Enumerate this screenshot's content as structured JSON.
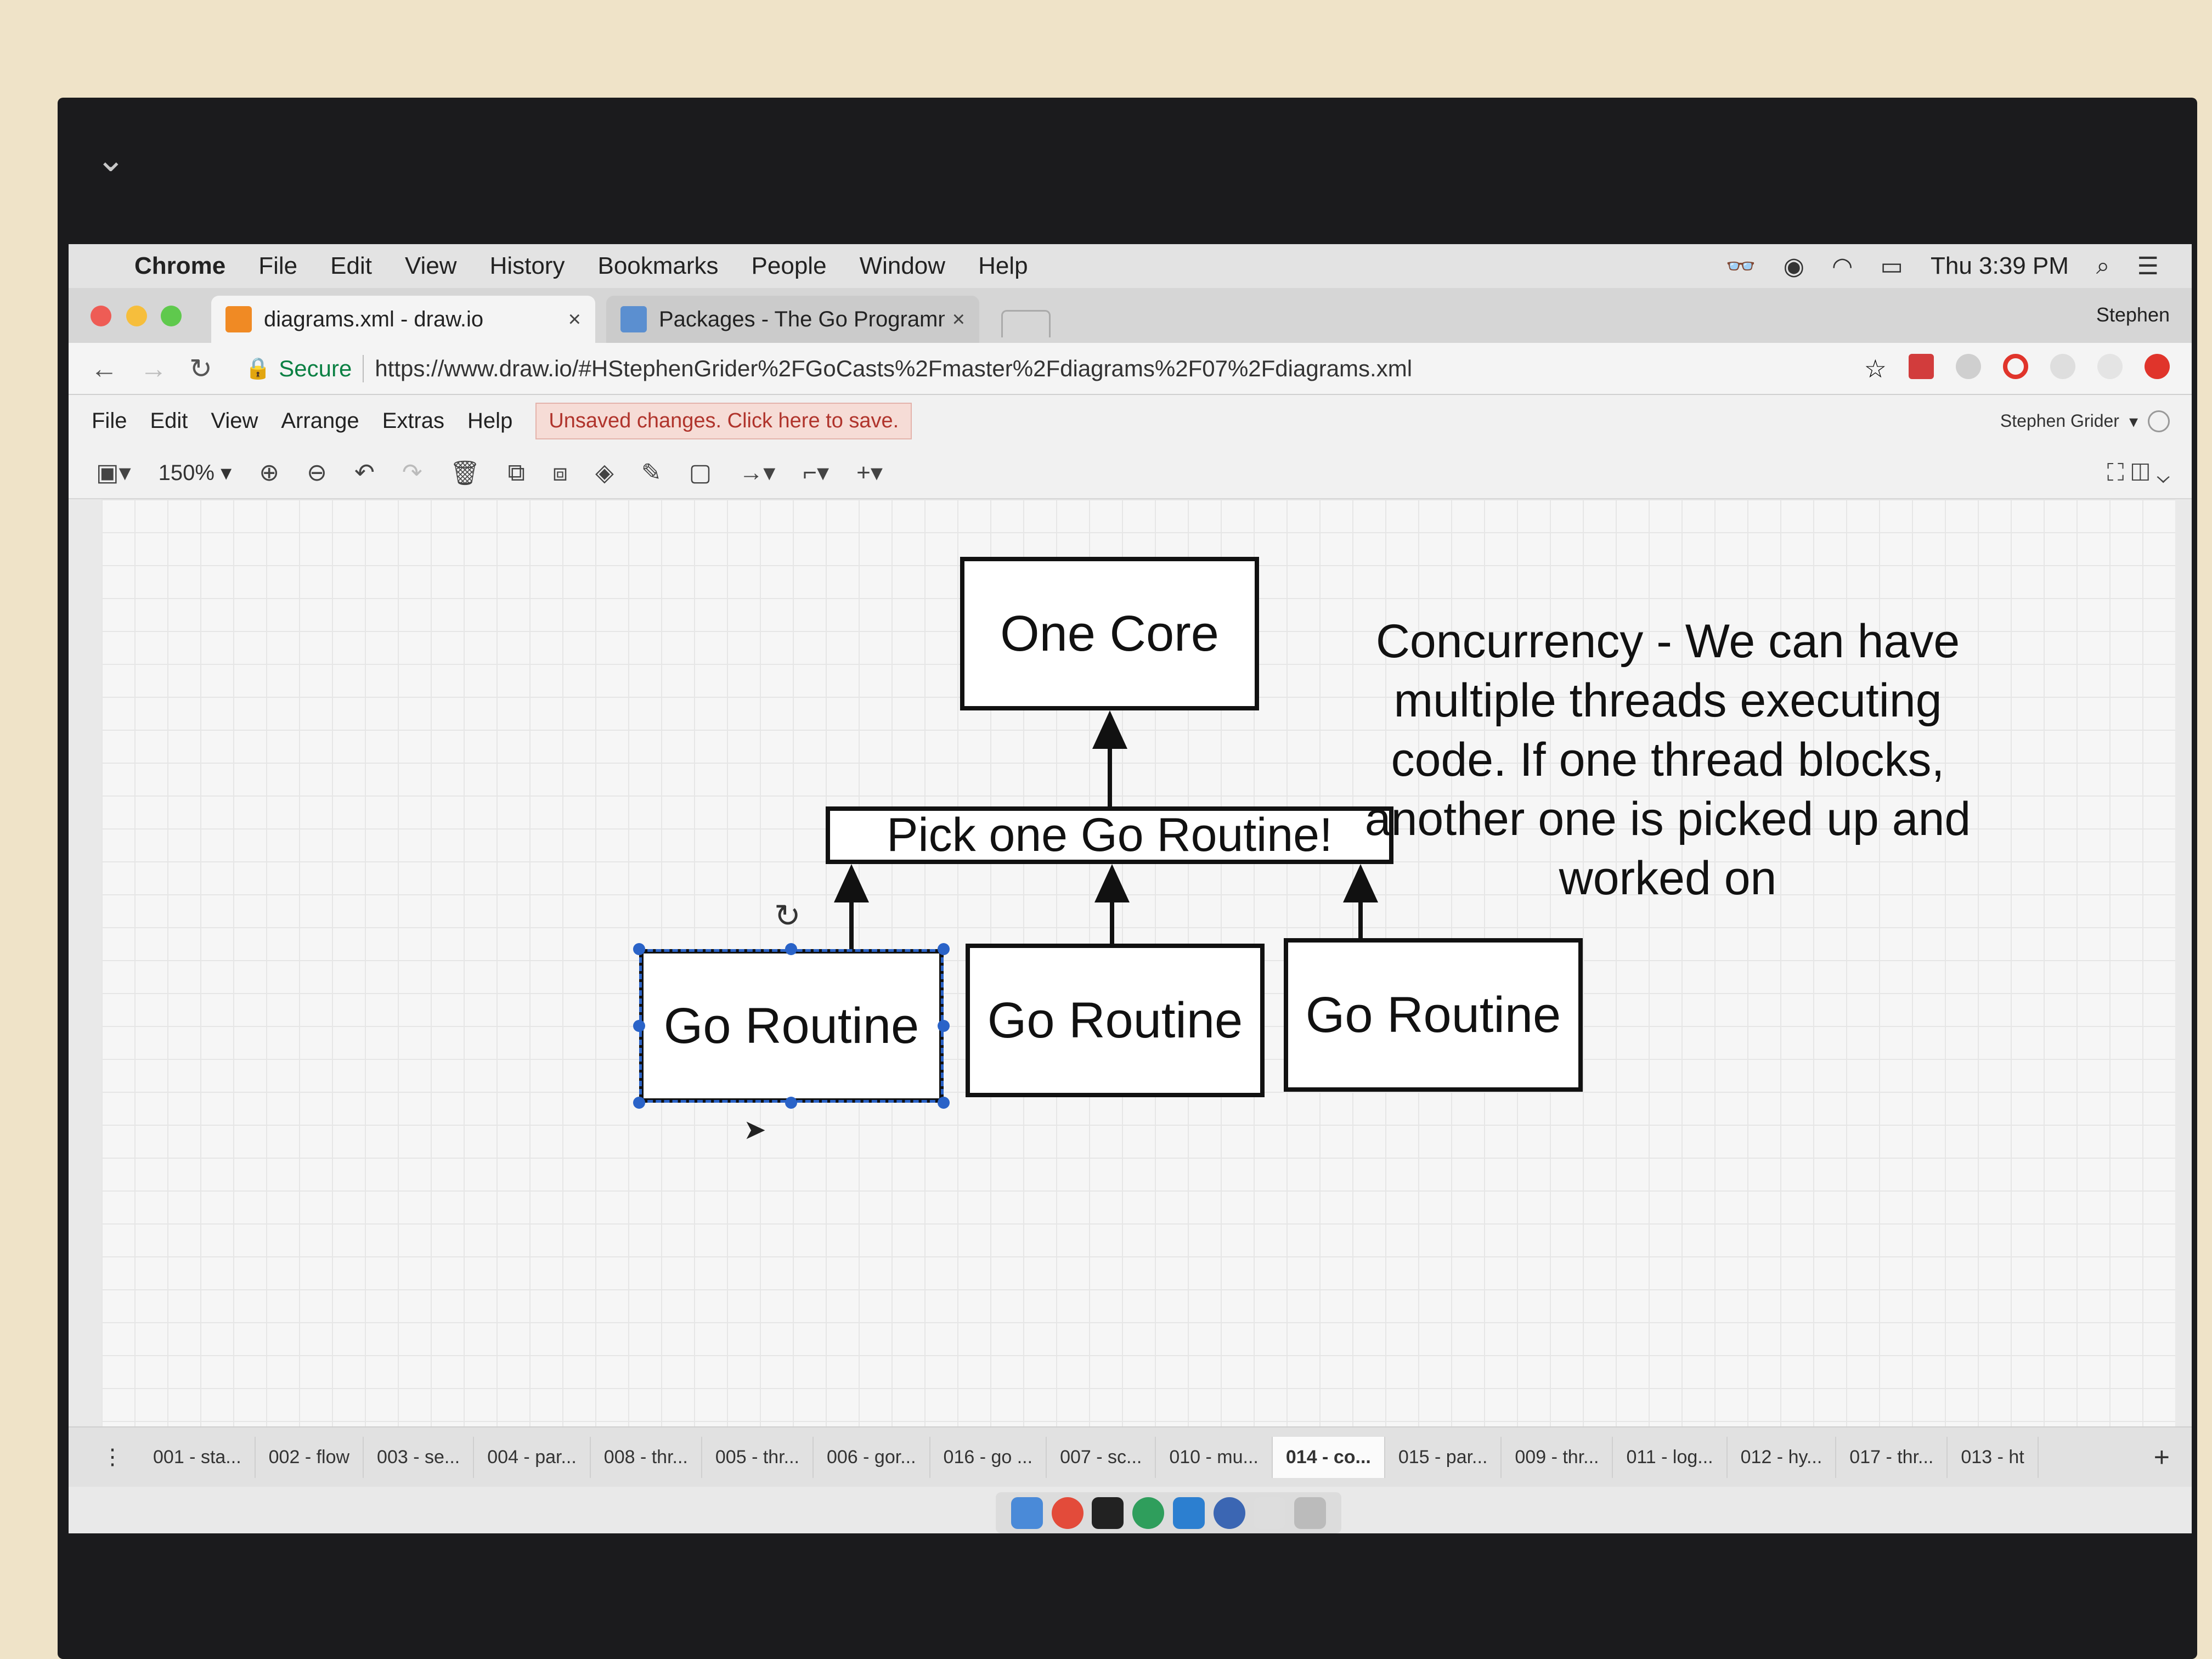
{
  "mac_menubar": {
    "items": [
      "Chrome",
      "File",
      "Edit",
      "View",
      "History",
      "Bookmarks",
      "People",
      "Window",
      "Help"
    ],
    "clock": "Thu 3:39 PM"
  },
  "tabs": [
    {
      "title": "diagrams.xml - draw.io",
      "close": "×"
    },
    {
      "title": "Packages - The Go Programm",
      "close": "×"
    }
  ],
  "profile_name": "Stephen",
  "address": {
    "secure_label": "Secure",
    "url": "https://www.draw.io/#HStephenGrider%2FGoCasts%2Fmaster%2Fdiagrams%2F07%2Fdiagrams.xml"
  },
  "drawio_menu": {
    "items": [
      "File",
      "Edit",
      "View",
      "Arrange",
      "Extras",
      "Help"
    ],
    "unsaved_notice": "Unsaved changes. Click here to save.",
    "user": "Stephen Grider"
  },
  "toolbar": {
    "zoom": "150%"
  },
  "diagram": {
    "core_box": "One Core",
    "scheduler_box": "Pick one Go Routine!",
    "routines": [
      "Go Routine",
      "Go Routine",
      "Go Routine"
    ],
    "note": "Concurrency - We can have multiple threads executing code.  If one thread blocks, another one is picked up and worked on"
  },
  "page_tabs": [
    "001 - sta...",
    "002 - flow",
    "003 - se...",
    "004 - par...",
    "008 - thr...",
    "005 - thr...",
    "006 - gor...",
    "016 - go ...",
    "007 - sc...",
    "010 - mu...",
    "014 - co...",
    "015 - par...",
    "009 - thr...",
    "011 - log...",
    "012 - hy...",
    "017 - thr...",
    "013 - ht"
  ],
  "active_page_tab": "014 - co..."
}
